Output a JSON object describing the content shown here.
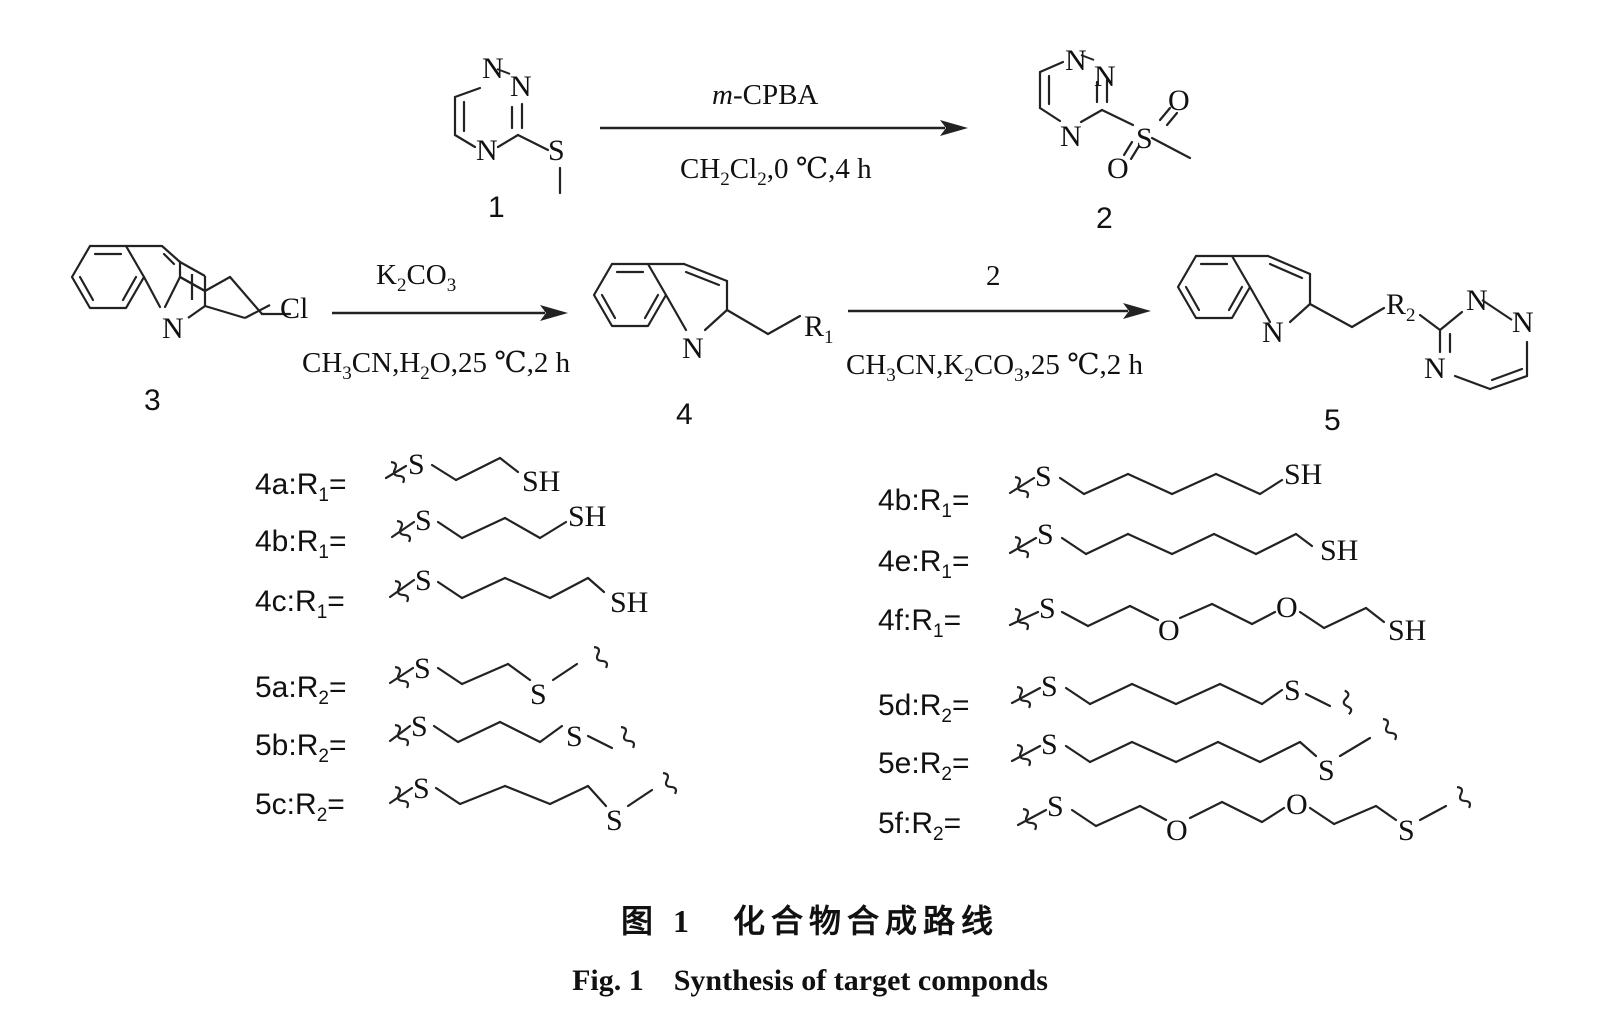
{
  "caption": {
    "zh": "图 1　化合物合成路线",
    "en": "Fig. 1　Synthesis of target componds"
  },
  "compounds": {
    "c1": "1",
    "c2": "2",
    "c3": "3",
    "c4": "4",
    "c5": "5"
  },
  "atoms": {
    "N": "N",
    "S": "S",
    "O": "O",
    "Cl": "Cl",
    "SH": "SH",
    "R": "R",
    "sub1": "1",
    "sub2": "2"
  },
  "reactions": {
    "r1": {
      "reagent_italic": "m",
      "reagent_rest": "-CPBA",
      "cond_a": "CH",
      "cond_a_sub": "2",
      "cond_b": "Cl",
      "cond_b_sub": "2",
      "cond_c": ",0 ℃,4 h"
    },
    "r2": {
      "reagent_a": "K",
      "reagent_a_sub": "2",
      "reagent_b": "CO",
      "reagent_b_sub": "3",
      "cond_a": "CH",
      "cond_a_sub": "3",
      "cond_b": "CN,H",
      "cond_b_sub": "2",
      "cond_c": "O,25 ℃,2 h"
    },
    "r3": {
      "reagent": "2",
      "cond_a": "CH",
      "cond_a_sub": "3",
      "cond_b": "CN,K",
      "cond_b_sub": "2",
      "cond_c": "CO",
      "cond_c_sub": "3",
      "cond_d": ",25 ℃,2 h"
    }
  },
  "substituents": [
    {
      "label": "4a:R",
      "sub": "1",
      "eq": "="
    },
    {
      "label": "4b:R",
      "sub": "1",
      "eq": "="
    },
    {
      "label": "4c:R",
      "sub": "1",
      "eq": "="
    },
    {
      "label": "5a:R",
      "sub": "2",
      "eq": "="
    },
    {
      "label": "5b:R",
      "sub": "2",
      "eq": "="
    },
    {
      "label": "5c:R",
      "sub": "2",
      "eq": "="
    },
    {
      "label": "4b:R",
      "sub": "1",
      "eq": "="
    },
    {
      "label": "4e:R",
      "sub": "1",
      "eq": "="
    },
    {
      "label": "4f:R",
      "sub": "1",
      "eq": "="
    },
    {
      "label": "5d:R",
      "sub": "2",
      "eq": "="
    },
    {
      "label": "5e:R",
      "sub": "2",
      "eq": "="
    },
    {
      "label": "5f:R",
      "sub": "2",
      "eq": "="
    }
  ]
}
